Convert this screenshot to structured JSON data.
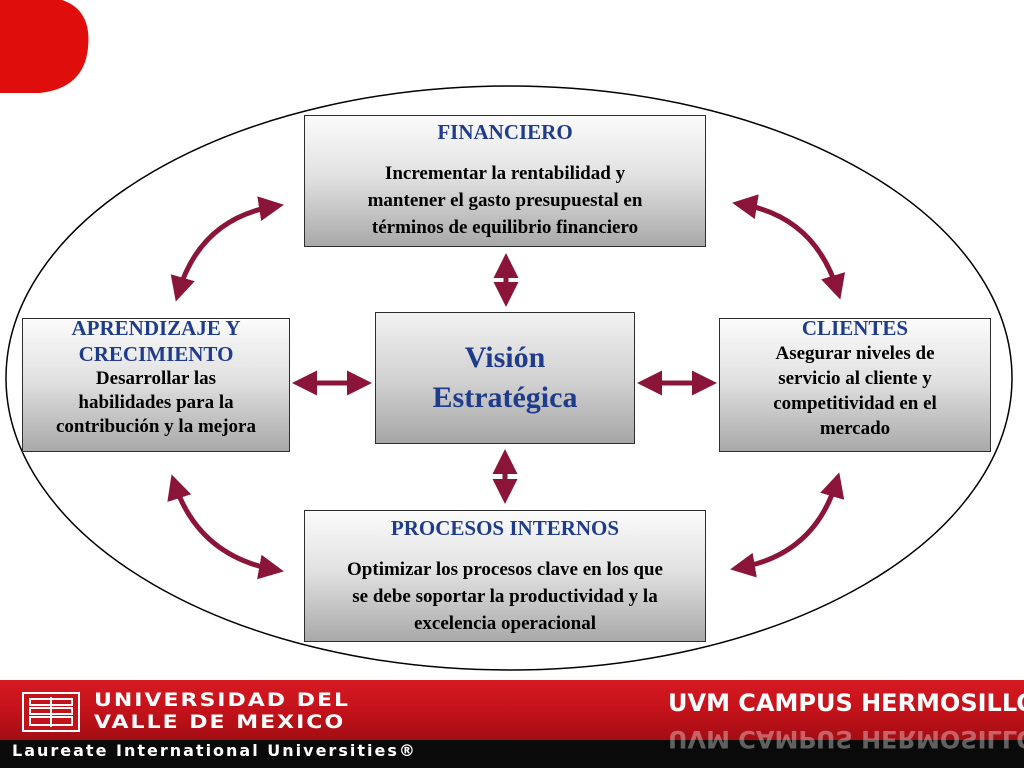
{
  "colors": {
    "arrow": "#8b1538",
    "title_blue": "#1f3c8c",
    "accent_red": "#e00d0d",
    "footer_red": "#c4121a"
  },
  "boxes": {
    "financiero": {
      "title": "FINANCIERO",
      "desc_lines": [
        "Incrementar la rentabilidad y",
        "mantener el gasto presupuestal en",
        "términos de equilibrio financiero"
      ]
    },
    "clientes": {
      "title": "CLIENTES",
      "desc_lines": [
        "Asegurar niveles de",
        "servicio al cliente y",
        "competitividad en el",
        "mercado"
      ]
    },
    "procesos": {
      "title": "PROCESOS INTERNOS",
      "desc_lines": [
        "Optimizar los procesos clave en los que",
        "se debe soportar la productividad y la",
        "excelencia operacional"
      ]
    },
    "aprendizaje": {
      "title_lines": [
        "APRENDIZAJE Y",
        "CRECIMIENTO"
      ],
      "desc_lines": [
        "Desarrollar las",
        "habilidades para la",
        "contribución y la mejora"
      ]
    },
    "vision": {
      "title_lines": [
        "Visión",
        "Estratégica"
      ]
    }
  },
  "footer": {
    "university_line1": "UNIVERSIDAD DEL",
    "university_line2": "VALLE DE MEXICO",
    "campus": "UVM  CAMPUS HERMOSILLO",
    "laureate": "Laureate International Universities®",
    "logo_icon": "uvm-crest-icon"
  }
}
